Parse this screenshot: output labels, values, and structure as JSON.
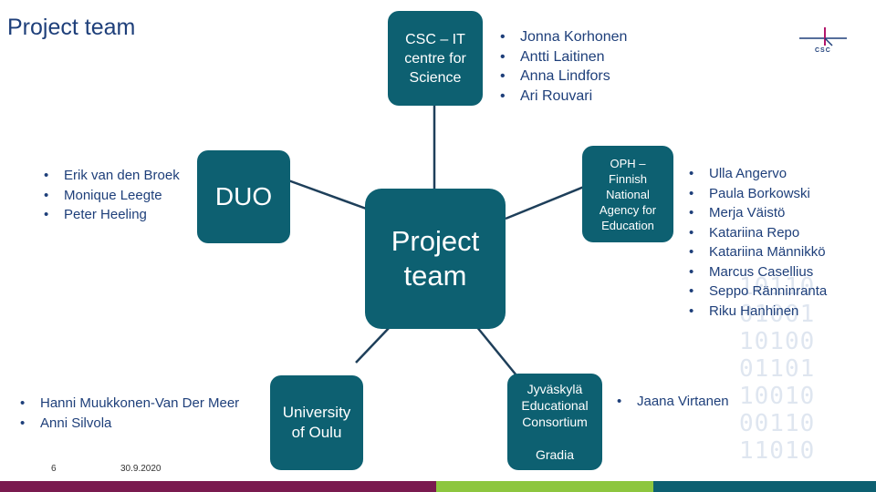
{
  "slide": {
    "title": "Project team",
    "page_number": "6",
    "date": "30.9.2020"
  },
  "logo": {
    "label": "CSC"
  },
  "background_digits": [
    "10110",
    "01001",
    "10100",
    "01101",
    "10010",
    "00110",
    "11010"
  ],
  "center": {
    "label": "Project\nteam"
  },
  "nodes": {
    "csc": {
      "label": "CSC – IT\ncentre for\nScience"
    },
    "duo": {
      "label": "DUO"
    },
    "oph": {
      "label": "OPH –\nFinnish\nNational\nAgency for\nEducation"
    },
    "oulu": {
      "label": "University\nof Oulu"
    },
    "jyvaskyla": {
      "label": "Jyväskylä\nEducational\nConsortium\n\nGradia"
    }
  },
  "people": {
    "csc": [
      "Jonna Korhonen",
      "Antti Laitinen",
      "Anna Lindfors",
      "Ari Rouvari"
    ],
    "duo": [
      "Erik van den Broek",
      "Monique Leegte",
      "Peter Heeling"
    ],
    "oph": [
      "Ulla Angervo",
      "Paula Borkowski",
      "Merja Väistö",
      "Katariina Repo",
      "Katariina Männikkö",
      "Marcus Casellius",
      "Seppo Ränninranta",
      "Riku Hanhinen"
    ],
    "oulu": [
      "Hanni Muukkonen-Van Der Meer",
      "Anni Silvola"
    ],
    "jyvaskyla": [
      "Jaana Virtanen"
    ]
  },
  "colors": {
    "box": "#0d6071",
    "line": "#1e3f5a",
    "text": "#1e3f7a",
    "footer": [
      "#7a1a4f",
      "#8dc63f",
      "#0d6071"
    ]
  }
}
